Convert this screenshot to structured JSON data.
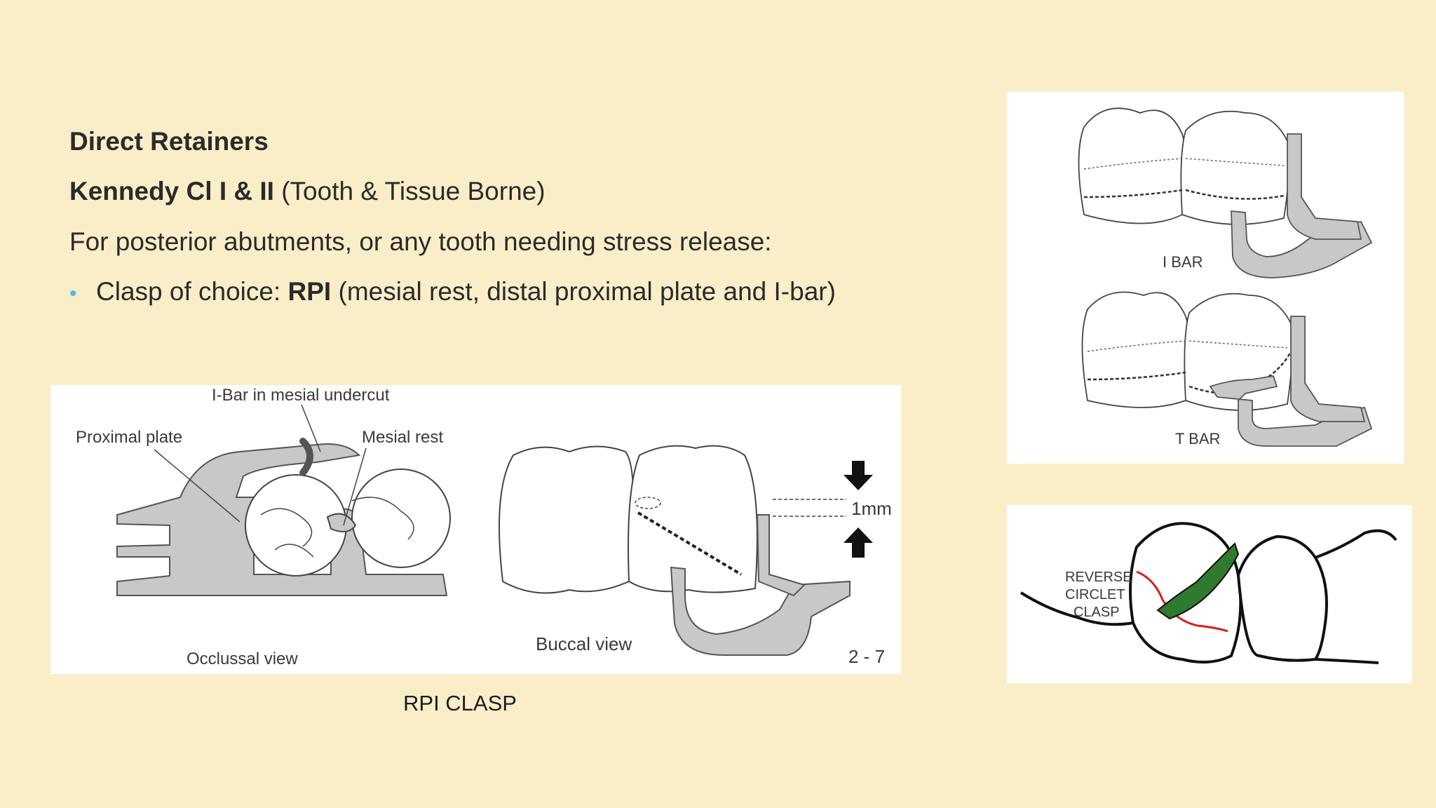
{
  "heading": {
    "title": "Direct Retainers",
    "kennedy_bold": "Kennedy Cl I & II",
    "kennedy_rest": " (Tooth & Tissue Borne)",
    "posterior": "For posterior abutments, or any tooth needing stress release:",
    "clasp_prefix": "Clasp of choice: ",
    "clasp_bold": "RPI",
    "clasp_rest": " (mesial rest, distal proximal plate and I-bar)"
  },
  "rpi_figure": {
    "label_ibar": "I-Bar in mesial undercut",
    "label_proximal": "Proximal plate",
    "label_mesial": "Mesial rest",
    "label_occlusal": "Occlussal view",
    "label_buccal": "Buccal view",
    "label_1mm": "1mm",
    "label_fig": "2 - 7",
    "caption": "RPI CLASP"
  },
  "bars_figure": {
    "label_ibar": "I BAR",
    "label_tbar": "T BAR"
  },
  "reverse_figure": {
    "label_line1": "REVERSE",
    "label_line2": "CIRCLET",
    "label_line3": "CLASP"
  },
  "colors": {
    "background": "#faeec9",
    "bullet": "#5fb3e6",
    "framework_gray": "#c8c8c8",
    "clasp_red": "#d62020",
    "rest_green": "#2f7a2f"
  }
}
